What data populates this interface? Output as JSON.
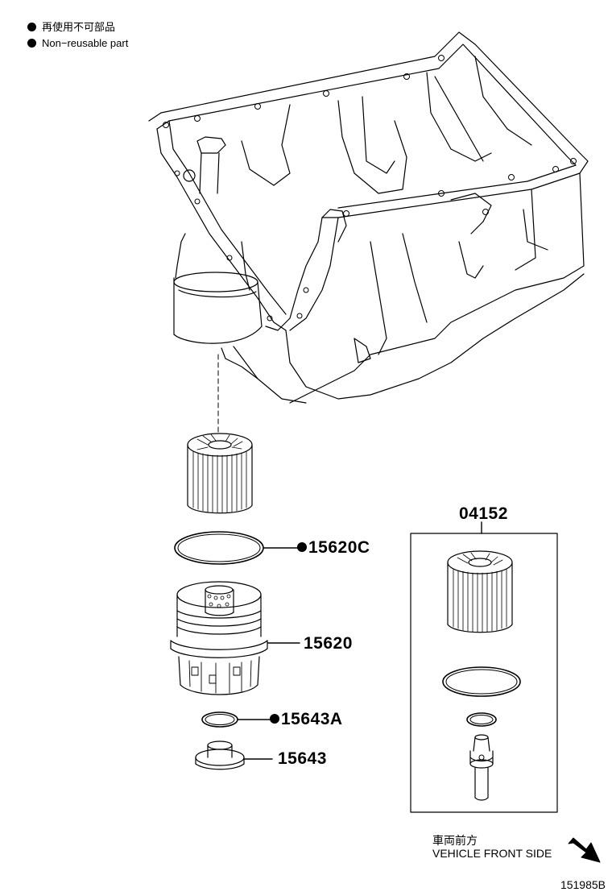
{
  "legend": {
    "jp": "再使用不可部品",
    "en": "Non−reusable part"
  },
  "parts": {
    "p15620C": "15620C",
    "p15620": "15620",
    "p15643A": "15643A",
    "p15643": "15643",
    "p04152": "04152"
  },
  "front": {
    "jp": "車両前方",
    "en": "VEHICLE FRONT SIDE"
  },
  "diagram_code": "151985B"
}
